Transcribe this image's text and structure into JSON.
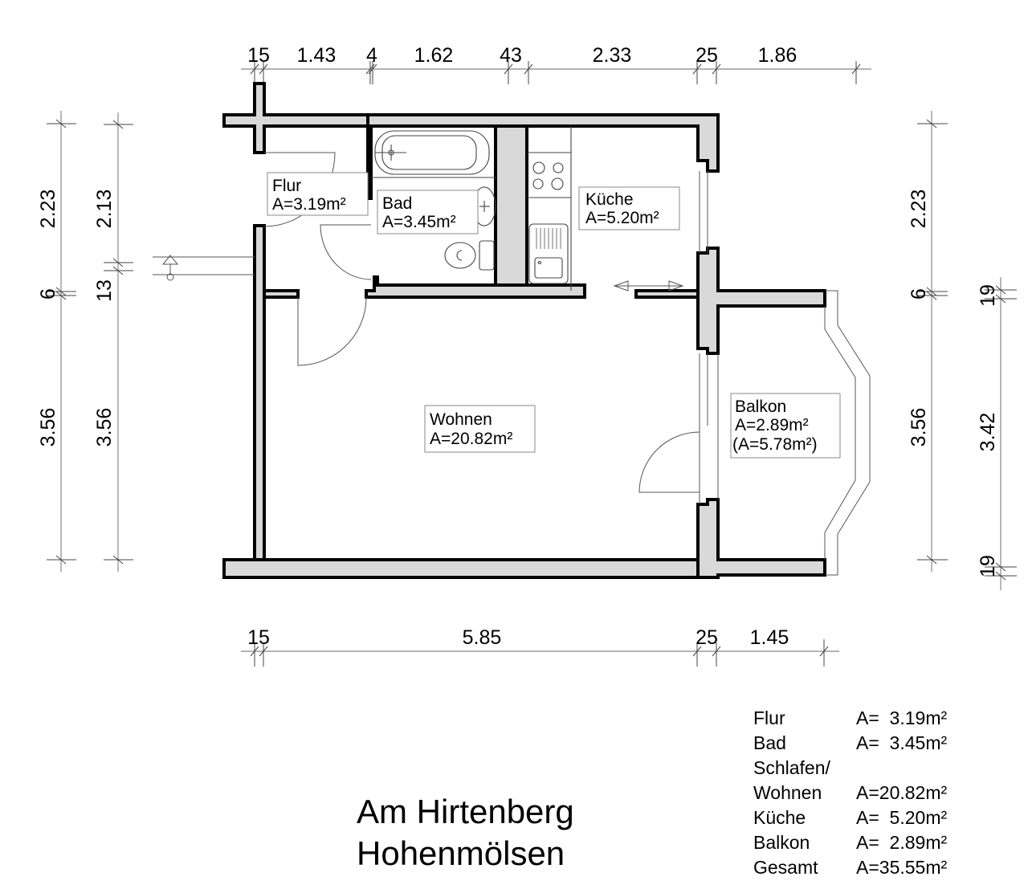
{
  "plan": {
    "title_line1": "Am Hirtenberg",
    "title_line2": "Hohenmölsen"
  },
  "dimensions": {
    "top": [
      "15",
      "1.43",
      "4",
      "1.62",
      "43",
      "2.33",
      "25",
      "1.86"
    ],
    "bottom": [
      "15",
      "5.85",
      "25",
      "1.45"
    ],
    "left_outer": [
      "2.23",
      "6",
      "3.56"
    ],
    "left_inner": [
      "2.13",
      "13",
      "3.56"
    ],
    "right_outer": [
      "2.23",
      "6",
      "3.56"
    ],
    "right_inner": [
      "19",
      "3.42",
      "19"
    ]
  },
  "rooms": {
    "flur": {
      "name": "Flur",
      "area": "A=3.19m²"
    },
    "bad": {
      "name": "Bad",
      "area": "A=3.45m²"
    },
    "kueche": {
      "name": "Küche",
      "area": "A=5.20m²"
    },
    "wohnen": {
      "name": "Wohnen",
      "area": "A=20.82m²"
    },
    "balkon": {
      "name": "Balkon",
      "area": "A=2.89m²",
      "area_full": "(A=5.78m²)"
    }
  },
  "summary": [
    {
      "room": "Flur",
      "area": "A=  3.19m²"
    },
    {
      "room": "Bad",
      "area": "A=  3.45m²"
    },
    {
      "room": "Schlafen/",
      "area": ""
    },
    {
      "room": "Wohnen",
      "area": "A=20.82m²"
    },
    {
      "room": "Küche",
      "area": "A=  5.20m²"
    },
    {
      "room": "Balkon",
      "area": "A=  2.89m²"
    },
    {
      "room": "Gesamt",
      "area": "A=35.55m²"
    }
  ],
  "colors": {
    "wall_fill": "#d9d9d9",
    "wall_line": "#000000",
    "dim_line": "#9a9a9a"
  }
}
